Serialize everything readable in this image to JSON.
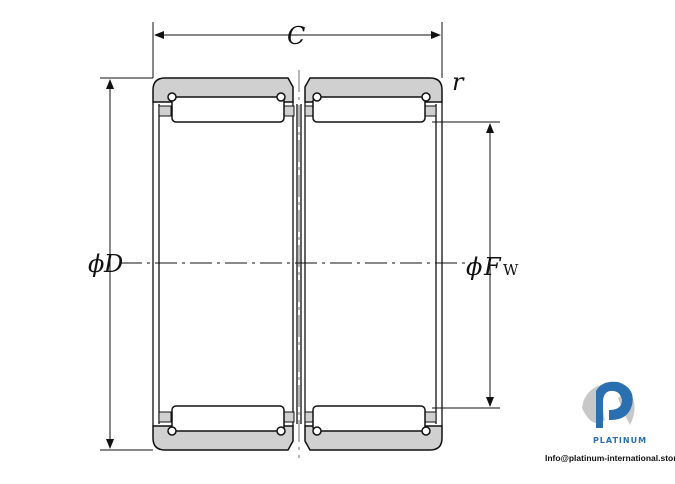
{
  "diagram": {
    "labels": {
      "width": "C",
      "radius": "r",
      "outer_diameter_prefix": "ϕ",
      "outer_diameter": "D",
      "inner_diameter_prefix": "ϕ",
      "inner_diameter": "F",
      "inner_diameter_sub": "W"
    }
  },
  "logo": {
    "brand": "PLATINUM",
    "email": "Info@platinum-international.store",
    "colors": {
      "blue": "#2a6fb0",
      "gray": "#c8c8c8"
    }
  }
}
